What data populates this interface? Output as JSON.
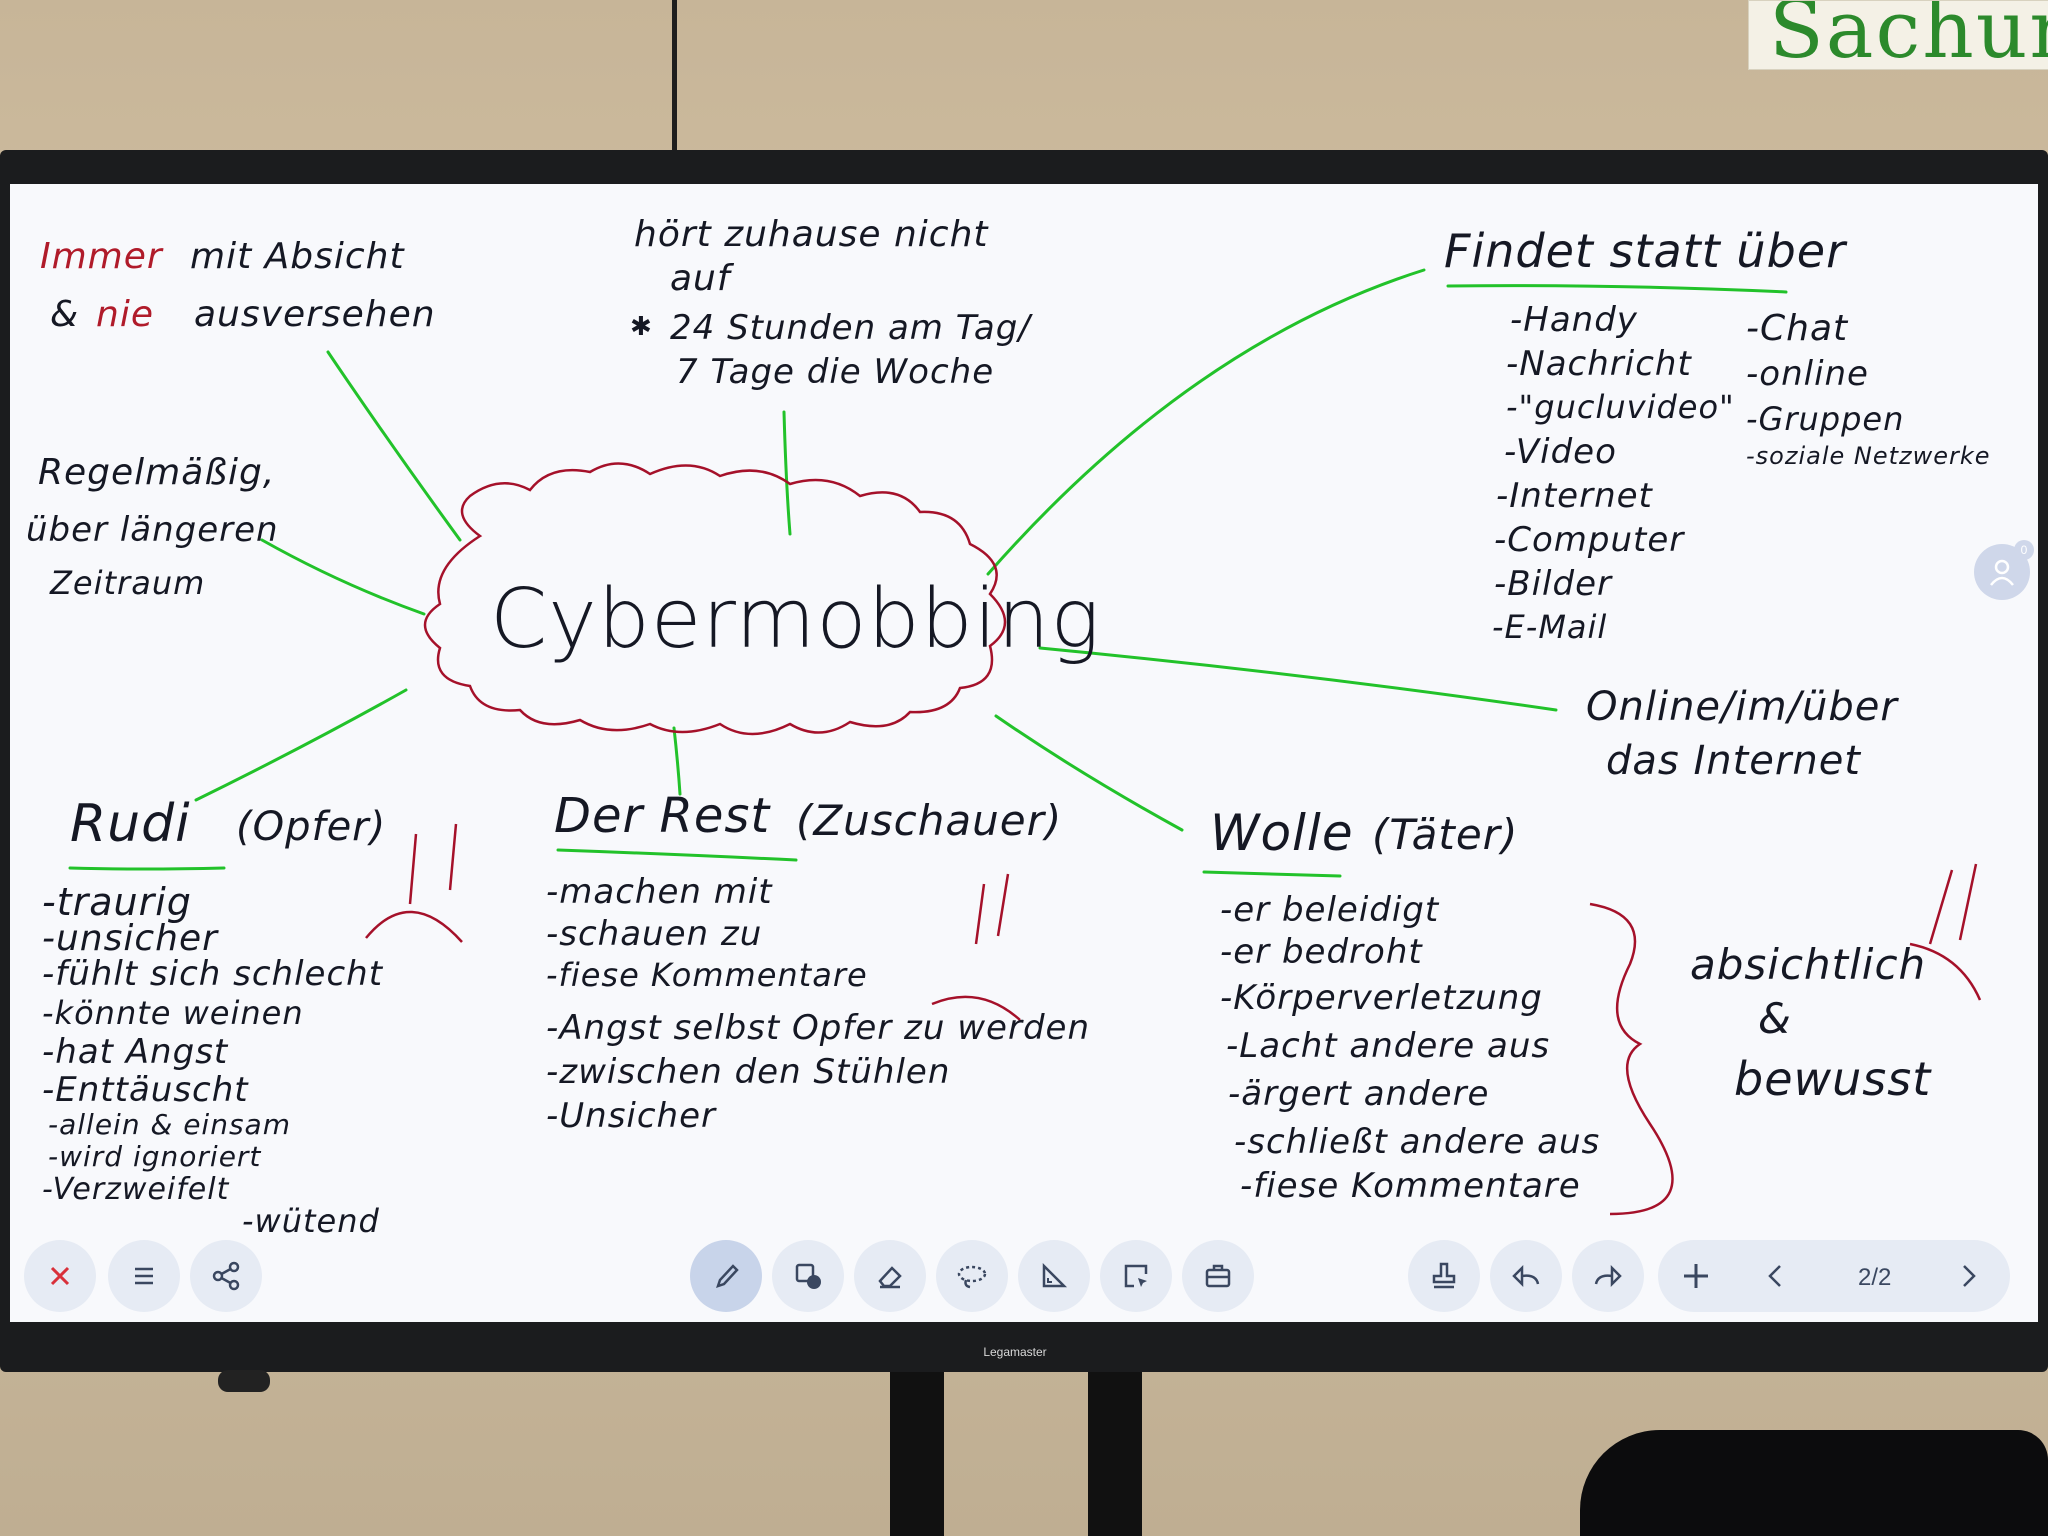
{
  "wall": {
    "poster_text": "Sachunt",
    "monitor_brand": "Legamaster"
  },
  "board": {
    "center": "Cybermobbing",
    "topleft": {
      "word1": "Immer",
      "rest1": "mit Absicht",
      "amp": "&",
      "word2": "nie",
      "rest2": "ausversehen"
    },
    "top": {
      "line1": "hört zuhause nicht",
      "line2": "auf",
      "line3": "24 Stunden am Tag/",
      "line4": "7 Tage die Woche",
      "star": "✱"
    },
    "left": {
      "line1": "Regelmäßig,",
      "line2": "über längeren",
      "line3": "Zeitraum"
    },
    "findet": {
      "title": "Findet statt über",
      "col1": [
        "-Handy",
        "-Nachricht",
        "-\"gucluvideo\"",
        "-Video",
        "-Internet",
        "-Computer",
        "-Bilder",
        "-E-Mail"
      ],
      "col2": [
        "-Chat",
        "-online",
        "-Gruppen",
        "-soziale Netzwerke"
      ]
    },
    "online": {
      "line1": "Online/im/über",
      "line2": "das Internet"
    },
    "rudi": {
      "title": "Rudi",
      "role": "(Opfer)",
      "items": [
        "-traurig",
        "-unsicher",
        "-fühlt sich schlecht",
        "-könnte weinen",
        "-hat Angst",
        "-Enttäuscht",
        "-allein & einsam",
        "-wird ignoriert",
        "-Verzweifelt"
      ],
      "extra": "-wütend"
    },
    "rest": {
      "title": "Der Rest",
      "role": "(Zuschauer)",
      "items": [
        "-machen mit",
        "-schauen zu",
        "-fiese Kommentare",
        "-Angst selbst Opfer zu werden",
        "-zwischen den Stühlen",
        "-Unsicher"
      ]
    },
    "wolle": {
      "title": "Wolle",
      "role": "(Täter)",
      "items": [
        "-er beleidigt",
        "-er bedroht",
        "-Körperverletzung",
        "-Lacht andere aus",
        "-ärgert andere",
        "-schließt andere aus",
        "-fiese Kommentare"
      ]
    },
    "absicht": {
      "line1": "absichtlich",
      "line2": "&",
      "line3": "bewusst"
    }
  },
  "toolbar": {
    "left": [
      "close-icon",
      "menu-icon",
      "share-icon"
    ],
    "center": [
      "pen-icon",
      "shapes-icon",
      "eraser-icon",
      "lasso-icon",
      "ruler-icon",
      "select-icon",
      "toolbox-icon"
    ],
    "right": [
      "stamp-icon",
      "undo-icon",
      "redo-icon",
      "add-page-icon",
      "prev-page-icon",
      "next-page-icon"
    ],
    "page_indicator": "2/2",
    "accent": "#3a4760",
    "close_color": "#d9303a"
  },
  "avatar_count": "0"
}
